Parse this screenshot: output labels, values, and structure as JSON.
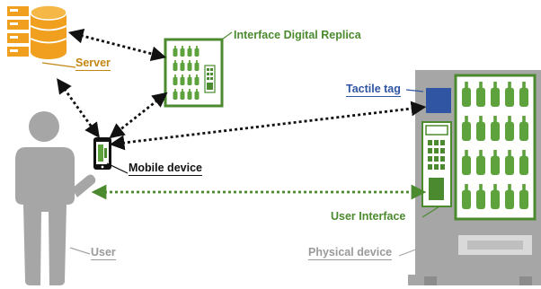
{
  "labels": {
    "server": "Server",
    "digital_replica": "Interface Digital Replica",
    "tactile_tag": "Tactile tag",
    "mobile_device": "Mobile device",
    "user_interface": "User Interface",
    "user": "User",
    "physical_device": "Physical device"
  },
  "colors": {
    "server": "#f0a01e",
    "server_label": "#c48612",
    "green": "#4b8a2e",
    "bottle": "#5da23c",
    "tag": "#2f55a3",
    "tag_label": "#2f55a3",
    "gray": "#a6a6a6",
    "dark_gray": "#7f7f7f",
    "black": "#111111"
  }
}
